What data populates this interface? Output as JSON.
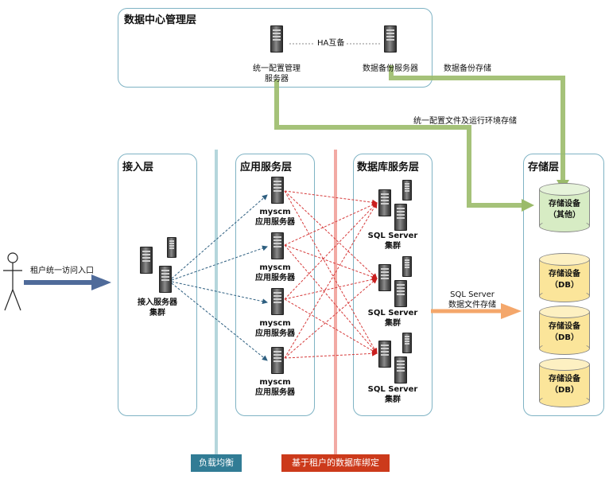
{
  "layers": {
    "management": "数据中心管理层",
    "access": "接入层",
    "app": "应用服务层",
    "db": "数据库服务层",
    "storage": "存储层"
  },
  "management": {
    "config_server": "统一配置管理\n服务器",
    "backup_server": "数据备份服务器",
    "ha_label": "HA互备",
    "backup_storage_label": "数据备份存储",
    "config_storage_label": "统一配置文件及运行环境存储"
  },
  "access": {
    "entry_label": "租户统一访问入口",
    "cluster_label": "接入服务器\n集群"
  },
  "app_servers": [
    "myscm\n应用服务器",
    "myscm\n应用服务器",
    "myscm\n应用服务器",
    "myscm\n应用服务器"
  ],
  "db_clusters": [
    "SQL Server\n集群",
    "SQL Server\n集群",
    "SQL Server\n集群"
  ],
  "sql_storage_label": "SQL Server\n数据文件存储",
  "storage_devices": [
    {
      "label": "存储设备\n（其他）",
      "color": "#d7ecc4"
    },
    {
      "label": "存储设备\n（DB）",
      "color": "#fbe59a"
    },
    {
      "label": "存储设备\n（DB）",
      "color": "#fbe59a"
    },
    {
      "label": "存储设备\n（DB）",
      "color": "#fbe59a"
    }
  ],
  "bottom_tags": {
    "load_balance": "负载均衡",
    "tenant_binding": "基于租户的数据库绑定"
  },
  "colors": {
    "panel_border": "#7fb3c4",
    "green_flow": "#9bbb6a",
    "orange_flow": "#f4a76b",
    "entry_arrow": "#4f6b9a",
    "lb_line": "#b5d6dc",
    "binding_line": "#f2aaa4",
    "lb_tag": "#317c95",
    "binding_tag": "#cc3a1b",
    "blue_dash": "#2e5f80",
    "red_dash": "#d63a3a"
  }
}
